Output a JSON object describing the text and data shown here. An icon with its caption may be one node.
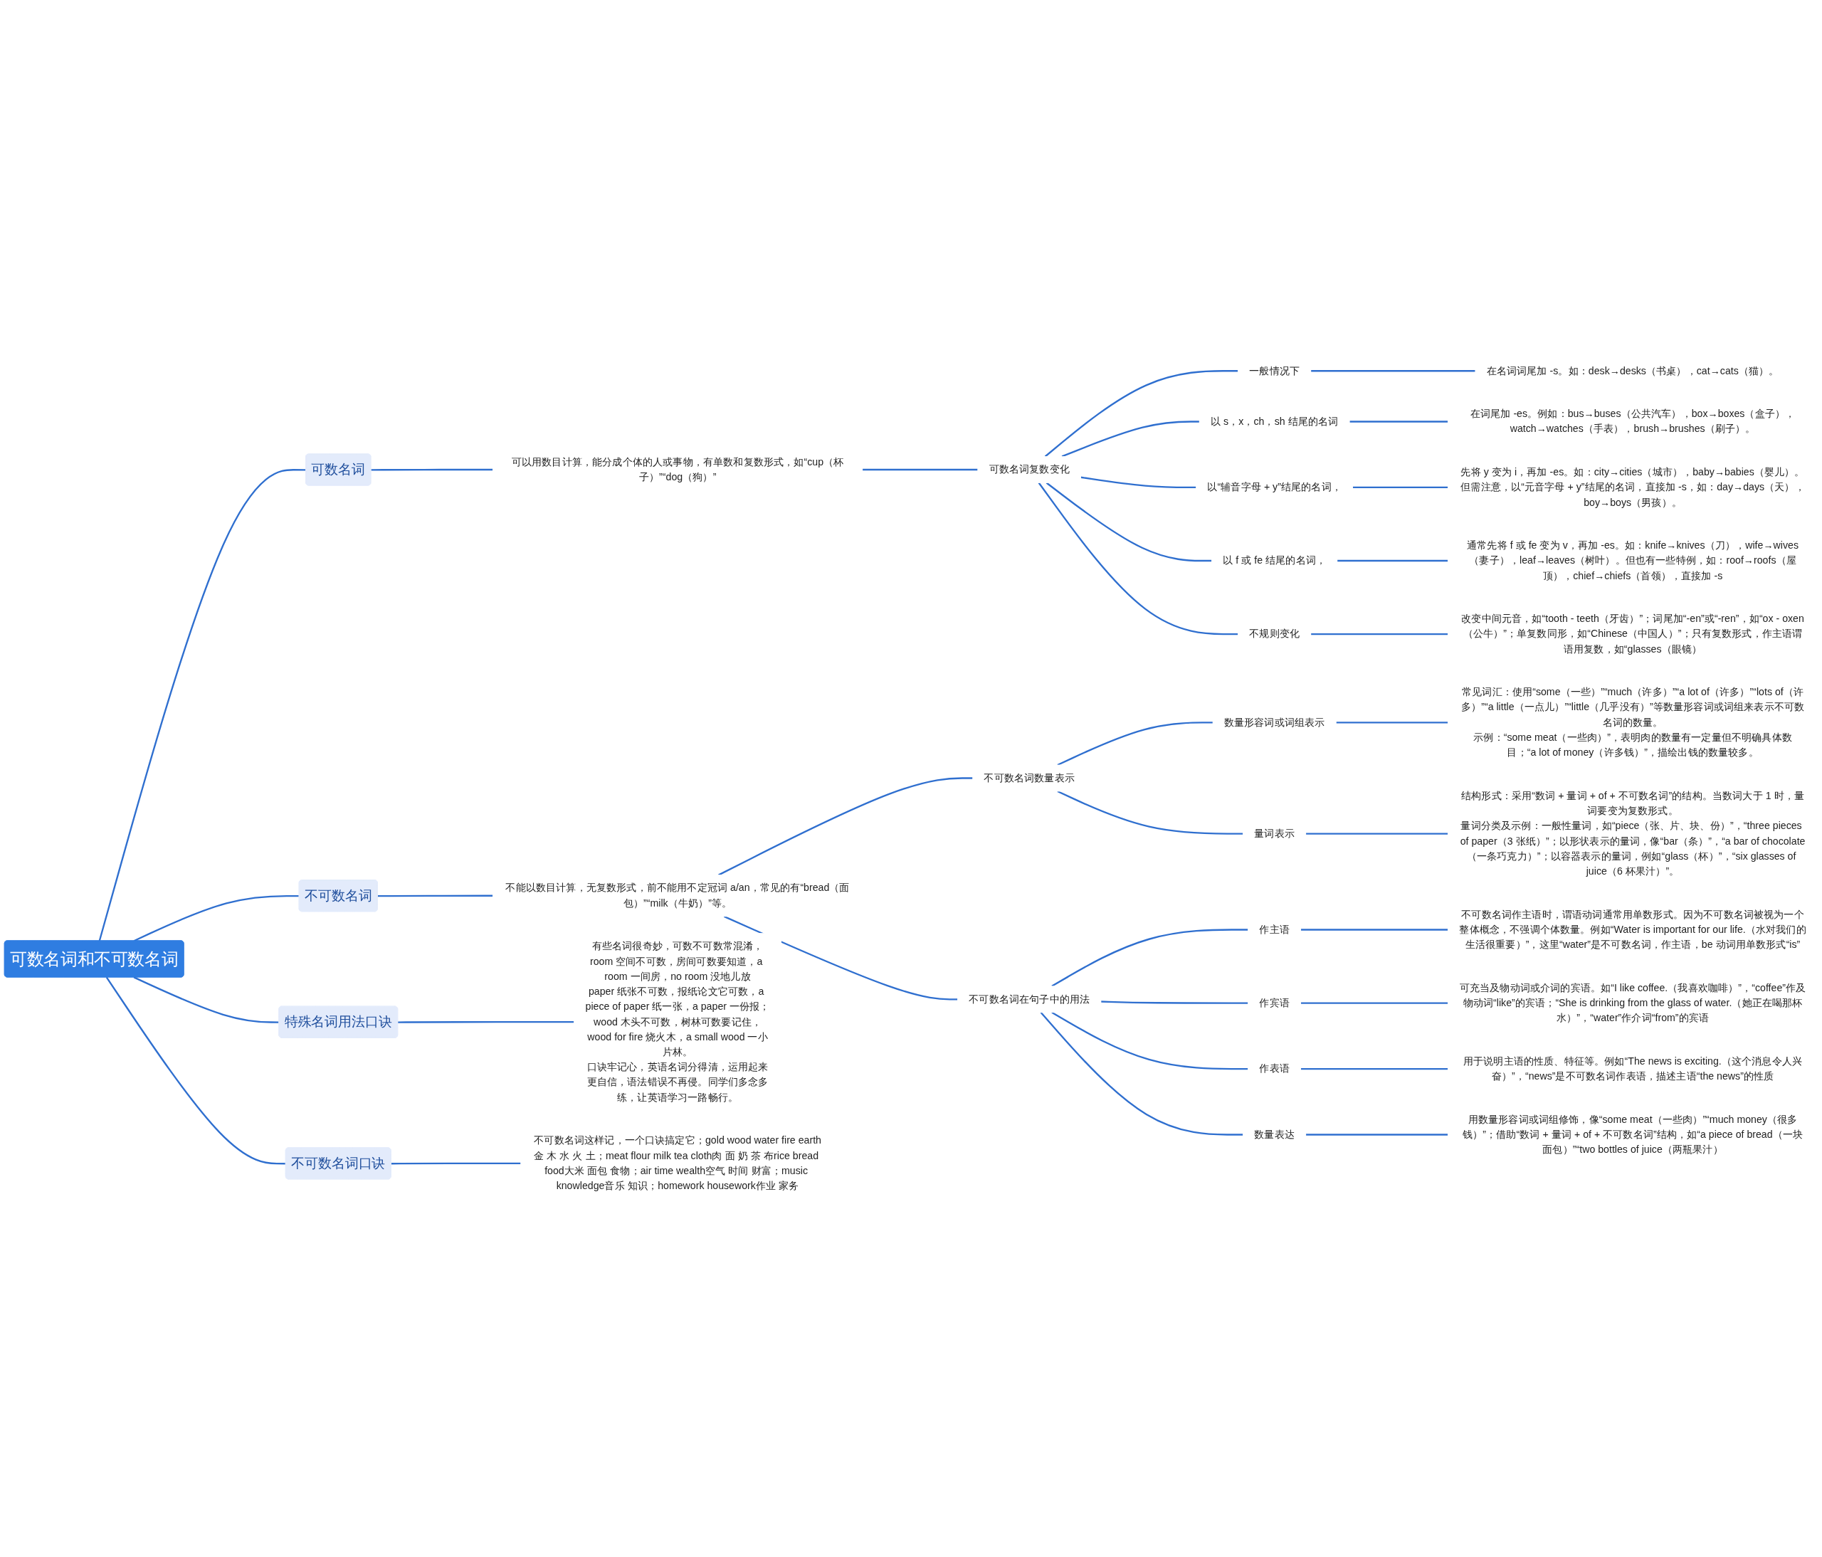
{
  "diagram": {
    "nodes": [
      {
        "text": [
          "可数名词和不可数名词"
        ]
      },
      {
        "text": [
          "可数名词"
        ]
      },
      {
        "text": [
          "可以用数目计算，能分成个体的人或事物，有单数和复数形式，如“cup（杯子）”“dog（狗）”"
        ]
      },
      {
        "text": [
          "可数名词复数变化"
        ]
      },
      {
        "text": [
          "一般情况下"
        ]
      },
      {
        "text": [
          "在名词词尾加 -s。如：desk→desks（书桌），cat→cats（猫）。"
        ]
      },
      {
        "text": [
          "以 s，x，ch，sh 结尾的名词"
        ]
      },
      {
        "text": [
          "在词尾加 -es。例如：bus→buses（公共汽车），box→boxes（盒子），watch→watches（手表），brush→brushes（刷子）。"
        ]
      },
      {
        "text": [
          "以“辅音字母 + y”结尾的名词，"
        ]
      },
      {
        "text": [
          "先将 y 变为 i，再加 -es。如：city→cities（城市），baby→babies（婴儿）。但需注意，以“元音字母 + y”结尾的名词，直接加 -s，如：day→days（天），boy→boys（男孩）。"
        ]
      },
      {
        "text": [
          "以 f 或 fe 结尾的名词，"
        ]
      },
      {
        "text": [
          "通常先将 f 或 fe 变为 v，再加 -es。如：knife→knives（刀），wife→wives（妻子），leaf→leaves（树叶）。但也有一些特例，如：roof→roofs（屋顶），chief→chiefs（首领），直接加 -s"
        ]
      },
      {
        "text": [
          "不规则变化"
        ]
      },
      {
        "text": [
          "改变中间元音，如“tooth - teeth（牙齿）”；词尾加“-en”或“-ren”，如“ox - oxen（公牛）”；单复数同形，如“Chinese（中国人）”；只有复数形式，作主语谓语用复数，如“glasses（眼镜）"
        ]
      },
      {
        "text": [
          "不可数名词"
        ]
      },
      {
        "text": [
          "不能以数目计算，无复数形式，前不能用不定冠词 a/an，常见的有“bread（面包）”“milk（牛奶）”等。"
        ]
      },
      {
        "text": [
          "不可数名词数量表示"
        ]
      },
      {
        "text": [
          "数量形容词或词组表示"
        ]
      },
      {
        "text": [
          "常见词汇：使用“some（一些）”“much（许多）”“a lot of（许多）”“lots of（许多）”“a little（一点儿）”“little（几乎没有）”等数量形容词或词组来表示不可数名词的数量。",
          "示例：“some meat（一些肉）”，表明肉的数量有一定量但不明确具体数目；“a lot of money（许多钱）”，描绘出钱的数量较多。"
        ]
      },
      {
        "text": [
          "量词表示"
        ]
      },
      {
        "text": [
          "结构形式：采用“数词 + 量词 + of + 不可数名词”的结构。当数词大于 1 时，量词要变为复数形式。",
          "量词分类及示例：一般性量词，如“piece（张、片、块、份）”，“three pieces of paper（3 张纸）”；以形状表示的量词，像“bar（条）”，“a bar of chocolate（一条巧克力）”；以容器表示的量词，例如“glass（杯）”，“six glasses of juice（6 杯果汁）”。"
        ]
      },
      {
        "text": [
          "不可数名词在句子中的用法"
        ]
      },
      {
        "text": [
          "作主语"
        ]
      },
      {
        "text": [
          "不可数名词作主语时，谓语动词通常用单数形式。因为不可数名词被视为一个整体概念，不强调个体数量。例如“Water is important for our life.（水对我们的生活很重要）”，这里“water”是不可数名词，作主语，be 动词用单数形式“is”"
        ]
      },
      {
        "text": [
          "作宾语"
        ]
      },
      {
        "text": [
          "可充当及物动词或介词的宾语。如“I like coffee.（我喜欢咖啡）”，“coffee”作及物动词“like”的宾语；“She is drinking from the glass of water.（她正在喝那杯水）”，“water”作介词“from”的宾语"
        ]
      },
      {
        "text": [
          "作表语"
        ]
      },
      {
        "text": [
          "用于说明主语的性质、特征等。例如“The news is exciting.（这个消息令人兴奋）”，“news”是不可数名词作表语，描述主语“the news”的性质"
        ]
      },
      {
        "text": [
          "数量表达"
        ]
      },
      {
        "text": [
          "用数量形容词或词组修饰，像“some meat（一些肉）”“much money（很多钱）”；借助“数词 + 量词 + of + 不可数名词”结构，如“a piece of bread（一块面包）”“two bottles of juice（两瓶果汁）"
        ]
      },
      {
        "text": [
          "特殊名词用法口诀"
        ]
      },
      {
        "text": [
          "有些名词很奇妙，可数不可数常混淆，room 空间不可数，房间可数要知道，a room 一间房，no room 没地儿放",
          "paper 纸张不可数，报纸论文它可数，a piece of paper 纸一张，a paper 一份报；",
          "wood 木头不可数，树林可数要记住，wood for fire 烧火木，a small wood 一小片林。",
          "口诀牢记心，英语名词分得清，运用起来更自信，语法错误不再侵。同学们多念多练，让英语学习一路畅行。"
        ]
      },
      {
        "text": [
          "不可数名词口诀"
        ]
      },
      {
        "text": [
          "不可数名词这样记，一个口诀搞定它；gold wood water fire earth金 木 水 火 土；meat flour milk tea cloth肉 面 奶 茶 布rice bread food大米 面包 食物；air time wealth空气 时间 财富；music knowledge音乐 知识；homework housework作业 家务"
        ]
      }
    ],
    "edges": [
      {
        "from": 0,
        "to": 1,
        "arrow": "none"
      },
      {
        "from": 1,
        "to": 2,
        "arrow": "none"
      },
      {
        "from": 2,
        "to": 3,
        "arrow": "none"
      },
      {
        "from": 3,
        "to": 4,
        "arrow": "none"
      },
      {
        "from": 4,
        "to": 5,
        "arrow": "none"
      },
      {
        "from": 3,
        "to": 6,
        "arrow": "none"
      },
      {
        "from": 6,
        "to": 7,
        "arrow": "none"
      },
      {
        "from": 3,
        "to": 8,
        "arrow": "none"
      },
      {
        "from": 8,
        "to": 9,
        "arrow": "none"
      },
      {
        "from": 3,
        "to": 10,
        "arrow": "none"
      },
      {
        "from": 10,
        "to": 11,
        "arrow": "none"
      },
      {
        "from": 3,
        "to": 12,
        "arrow": "none"
      },
      {
        "from": 12,
        "to": 13,
        "arrow": "none"
      },
      {
        "from": 0,
        "to": 14,
        "arrow": "none"
      },
      {
        "from": 14,
        "to": 15,
        "arrow": "none"
      },
      {
        "from": 15,
        "to": 16,
        "arrow": "none"
      },
      {
        "from": 16,
        "to": 17,
        "arrow": "none"
      },
      {
        "from": 17,
        "to": 18,
        "arrow": "none"
      },
      {
        "from": 16,
        "to": 19,
        "arrow": "none"
      },
      {
        "from": 19,
        "to": 20,
        "arrow": "none"
      },
      {
        "from": 15,
        "to": 21,
        "arrow": "none"
      },
      {
        "from": 21,
        "to": 22,
        "arrow": "none"
      },
      {
        "from": 22,
        "to": 23,
        "arrow": "none"
      },
      {
        "from": 21,
        "to": 24,
        "arrow": "none"
      },
      {
        "from": 24,
        "to": 25,
        "arrow": "none"
      },
      {
        "from": 21,
        "to": 26,
        "arrow": "none"
      },
      {
        "from": 26,
        "to": 27,
        "arrow": "none"
      },
      {
        "from": 21,
        "to": 28,
        "arrow": "none"
      },
      {
        "from": 28,
        "to": 29,
        "arrow": "none"
      },
      {
        "from": 0,
        "to": 30,
        "arrow": "none"
      },
      {
        "from": 30,
        "to": 31,
        "arrow": "none"
      },
      {
        "from": 0,
        "to": 32,
        "arrow": "none"
      },
      {
        "from": 32,
        "to": 33,
        "arrow": "none"
      }
    ]
  }
}
